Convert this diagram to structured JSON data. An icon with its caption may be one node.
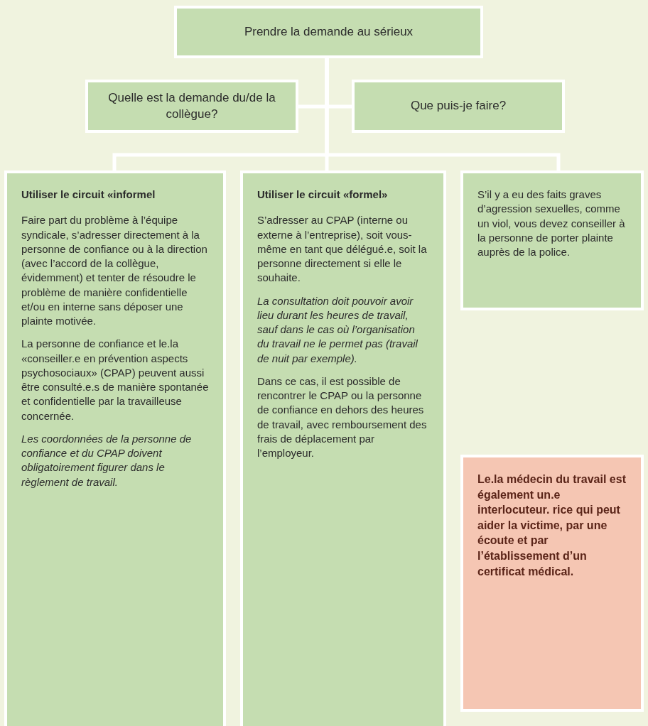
{
  "diagram": {
    "nodes": [
      {
        "text": [
          "Prendre la demande au sérieux"
        ]
      },
      {
        "text": [
          "Quelle est la demande du/de la collègue?"
        ]
      },
      {
        "text": [
          "Que puis-je faire?"
        ]
      },
      {
        "text": [
          "Utiliser le circuit «informel",
          "Faire part du problème à l’équipe syndicale, s’adresser directement à la personne de confiance ou à la direction (avec l’accord de la collègue, évidemment) et tenter de résoudre le problème de manière confidentielle et/ou en interne sans déposer une plainte motivée.",
          "La personne de confiance et le.la «conseiller.e en prévention aspects psychosociaux» (CPAP) peuvent aussi être consulté.e.s de manière spontanée et confidentielle par la travailleuse concernée.",
          "Les coordonnées de la personne de confiance et du CPAP doivent obligatoirement figurer dans le règlement de travail."
        ]
      },
      {
        "text": [
          "Utiliser le circuit «formel»",
          "S’adresser au CPAP (interne ou externe à l’entreprise), soit vous-même en tant que délégué.e, soit la personne directement si elle le souhaite.",
          "La consultation doit pouvoir avoir lieu durant les heures de travail, sauf dans le cas où l’organisation du travail ne le permet pas (travail de nuit par exemple).",
          "Dans ce cas, il est possible de rencontrer le CPAP ou la personne de confiance en dehors des heures de travail, avec remboursement des frais de déplacement par l’employeur."
        ]
      },
      {
        "text": [
          "S’il y a eu des faits graves d’agression sexuelles, comme un viol, vous devez conseiller à la personne de porter plainte auprès de la police."
        ]
      },
      {
        "text": [
          "Le.la médecin du travail est également un.e interlocuteur. rice qui peut aider la victime, par une écoute et par l’établissement d’un certificat médical."
        ]
      }
    ],
    "edges": [
      {
        "from": 0,
        "to": 1,
        "arrow": "none"
      },
      {
        "from": 0,
        "to": 2,
        "arrow": "none"
      },
      {
        "from": 0,
        "to": 3,
        "arrow": "none"
      },
      {
        "from": 0,
        "to": 4,
        "arrow": "none"
      },
      {
        "from": 0,
        "to": 5,
        "arrow": "none"
      }
    ]
  }
}
